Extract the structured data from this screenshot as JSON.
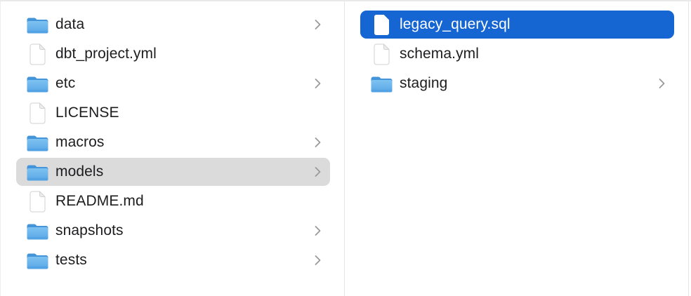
{
  "window": {
    "kind": "finder-column-view"
  },
  "colors": {
    "selection_active": "#1566d2",
    "selection_inactive": "#dbdbdb",
    "divider": "#e6e6e6",
    "chevron": "#9a9a9a",
    "text": "#1d1d1f",
    "text_selected": "#ffffff",
    "folder_top": "#7ec2f0",
    "folder_bottom": "#58a7e7",
    "folder_back": "#4494da"
  },
  "columns": [
    {
      "name": "column-1",
      "items": [
        {
          "label": "data",
          "type": "folder",
          "chevron": true,
          "selected": "none"
        },
        {
          "label": "dbt_project.yml",
          "type": "file",
          "chevron": false,
          "selected": "none"
        },
        {
          "label": "etc",
          "type": "folder",
          "chevron": true,
          "selected": "none"
        },
        {
          "label": "LICENSE",
          "type": "file",
          "chevron": false,
          "selected": "none"
        },
        {
          "label": "macros",
          "type": "folder",
          "chevron": true,
          "selected": "none"
        },
        {
          "label": "models",
          "type": "folder",
          "chevron": true,
          "selected": "inactive"
        },
        {
          "label": "README.md",
          "type": "file",
          "chevron": false,
          "selected": "none"
        },
        {
          "label": "snapshots",
          "type": "folder",
          "chevron": true,
          "selected": "none"
        },
        {
          "label": "tests",
          "type": "folder",
          "chevron": true,
          "selected": "none"
        }
      ]
    },
    {
      "name": "column-2",
      "items": [
        {
          "label": "legacy_query.sql",
          "type": "file",
          "chevron": false,
          "selected": "active"
        },
        {
          "label": "schema.yml",
          "type": "file",
          "chevron": false,
          "selected": "none"
        },
        {
          "label": "staging",
          "type": "folder",
          "chevron": true,
          "selected": "none"
        }
      ]
    }
  ]
}
